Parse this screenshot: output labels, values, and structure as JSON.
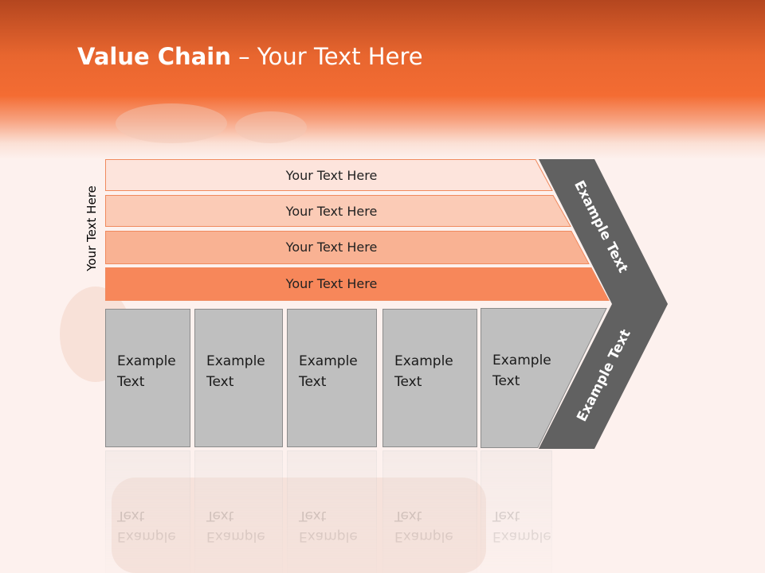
{
  "title": {
    "bold": "Value Chain",
    "rest": " – Your Text Here"
  },
  "side_label": "Your Text Here",
  "bands": [
    {
      "label": "Your Text Here",
      "color": "#fde4dc"
    },
    {
      "label": "Your Text Here",
      "color": "#fbcbb6"
    },
    {
      "label": "Your Text Here",
      "color": "#f9b293"
    },
    {
      "label": "Your Text Here",
      "color": "#f7875a"
    }
  ],
  "boxes": [
    {
      "label": "Example\nText"
    },
    {
      "label": "Example\nText"
    },
    {
      "label": "Example\nText"
    },
    {
      "label": "Example\nText"
    },
    {
      "label": "Example\nText"
    }
  ],
  "chevron": {
    "top_label": "Example Text",
    "bottom_label": "Example Text",
    "color": "#616161"
  },
  "colors": {
    "header": "#f46c33",
    "background": "#fdf1ee",
    "box": "#bfbfbf"
  }
}
